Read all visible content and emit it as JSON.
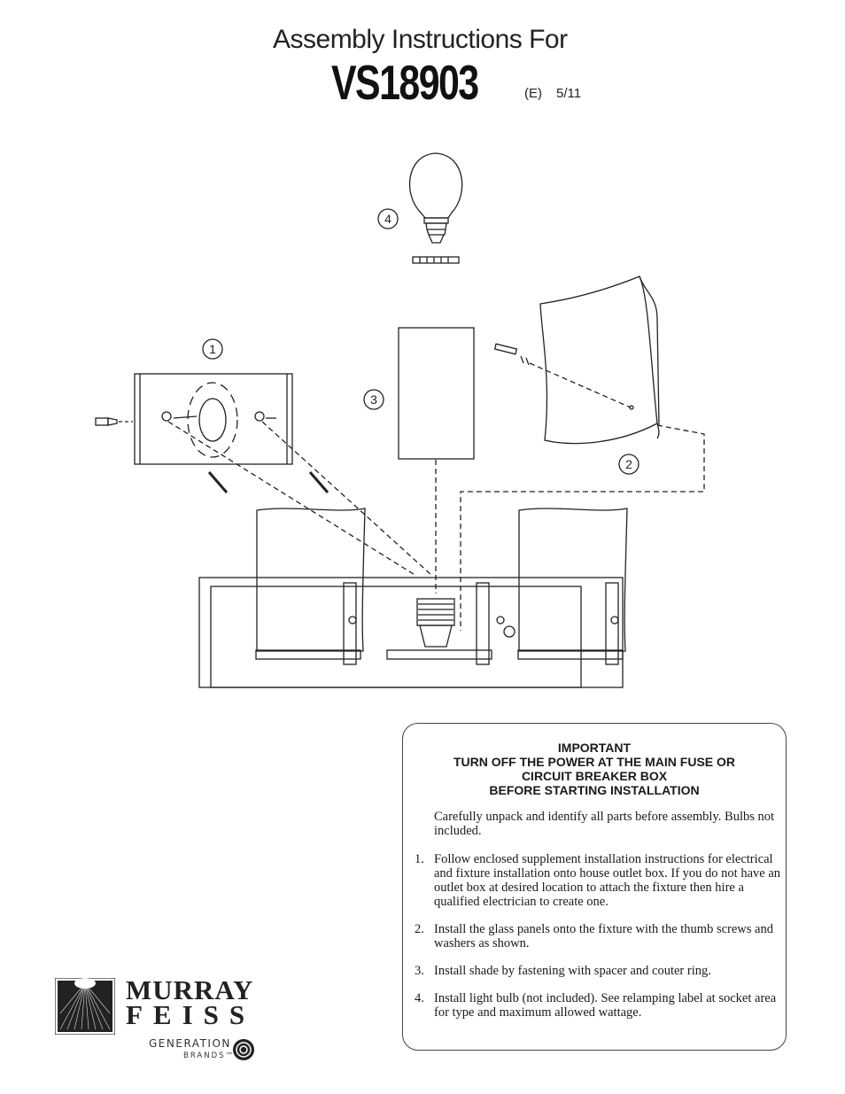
{
  "header": {
    "title_line": "Assembly Instructions For",
    "model": "VS18903",
    "revision": "(E)",
    "date": "5/11"
  },
  "diagram": {
    "callouts": [
      "1",
      "2",
      "3",
      "4"
    ]
  },
  "instructions": {
    "important_lines": [
      "IMPORTANT",
      "TURN OFF THE POWER AT THE MAIN FUSE OR",
      "CIRCUIT BREAKER BOX",
      "BEFORE STARTING INSTALLATION"
    ],
    "intro": "Carefully unpack and identify all parts before assembly.  Bulbs not included.",
    "steps": [
      {
        "num": "1.",
        "text": "Follow enclosed supplement installation instructions for electrical and fixture installation onto house outlet box. If you do not have an outlet box at desired location to attach the fixture then hire a qualified electrician to create one."
      },
      {
        "num": "2.",
        "text": "Install the glass panels onto the fixture with the thumb screws and washers as shown."
      },
      {
        "num": "3.",
        "text": "Install shade by fastening with spacer and couter ring."
      },
      {
        "num": "4.",
        "text": "Install light bulb (not included).  See relamping label at socket area for type and maximum allowed wattage."
      }
    ]
  },
  "footer": {
    "brand_line1": "MURRAY",
    "brand_line2": "FEISS",
    "generation": "GENERATION",
    "brands": "BRANDS™"
  }
}
